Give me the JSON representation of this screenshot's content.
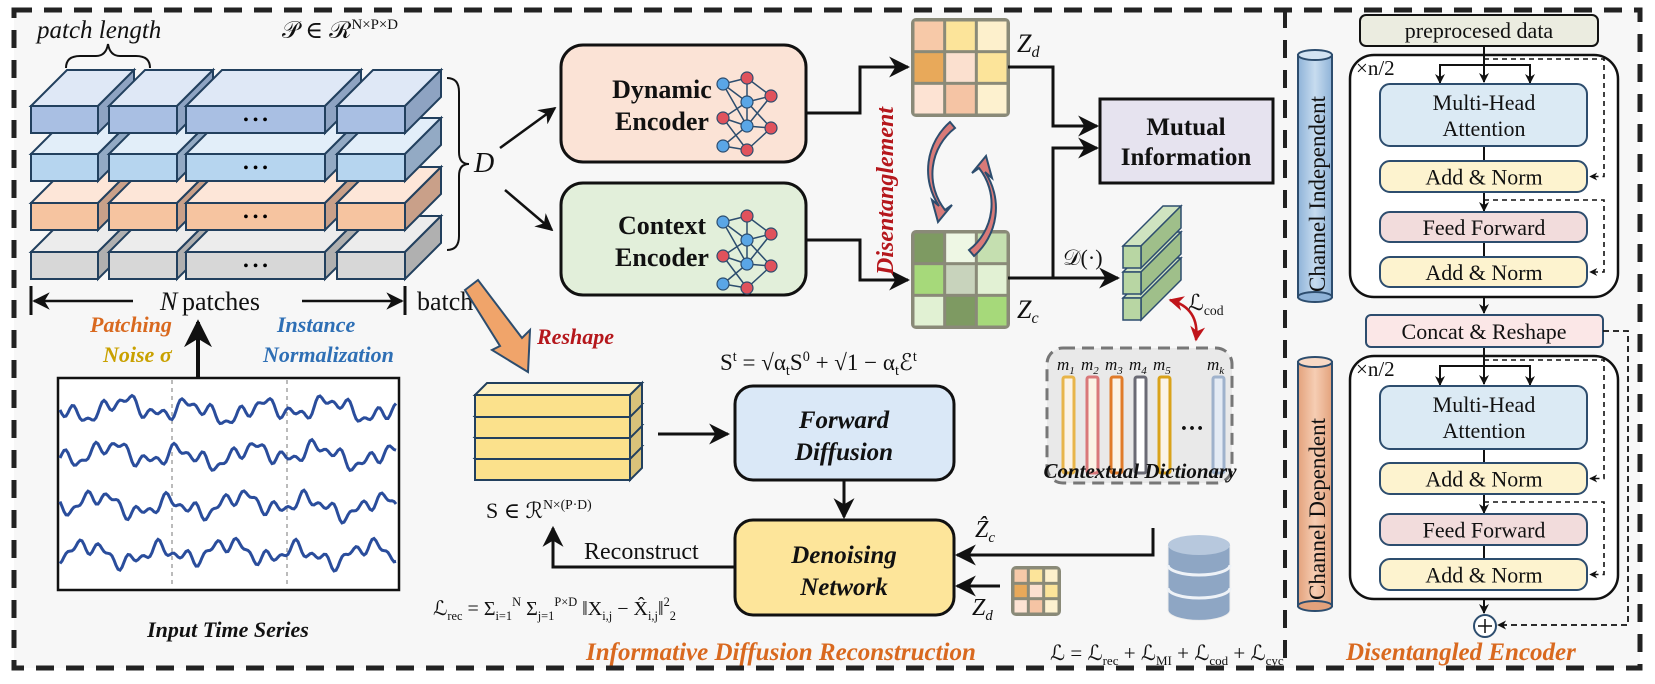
{
  "patching": {
    "patch_length": "patch length",
    "patch_tensor": "𝒫 ∈ ℛ^{N×P×D}",
    "depth_label": "D",
    "n_label": "N",
    "patches_label": "patches",
    "batch_label": "batch",
    "step_patching": "Patching",
    "step_noise": "Noise σ",
    "step_instance": "Instance",
    "step_normalization": "Normalization",
    "input_title": "Input Time Series",
    "ellipsis": "• • •"
  },
  "encoders": {
    "dynamic": [
      "Dynamic",
      "Encoder"
    ],
    "context": [
      "Context",
      "Encoder"
    ],
    "disentanglement": "Disentanglement",
    "zd": "Z_d",
    "zc": "Z_c",
    "mutual_information": [
      "Mutual",
      "Information"
    ],
    "dict_op": "𝒟(·)",
    "l_cod": "ℒ_{cod}"
  },
  "dictionary": {
    "atoms": [
      "m_1",
      "m_2",
      "m_3",
      "m_4",
      "m_5",
      "m_k"
    ],
    "atom_colors": [
      "#e8b54a",
      "#d9787a",
      "#e07b2a",
      "#6b6b75",
      "#d9a21a",
      "#9fb2cc"
    ],
    "ellipsis": "…",
    "label": "Contextual Dictionary"
  },
  "diffusion": {
    "reshape": "Reshape",
    "forward_formula": "S^t = √α_tS^0 + √1 − α_tℰ^t",
    "s_space": "S ∈ ℛ^{N×(P·D)}",
    "forward": [
      "Forward",
      "Diffusion"
    ],
    "denoising": [
      "Denoising",
      "Network"
    ],
    "reconstruct": "Reconstruct",
    "zc_hat": "Ẑ_c",
    "zd": "Z_d",
    "l_rec": "ℒ_{rec} = Σ_{i=1}^{N} Σ_{j=1}^{P×D} ‖X_{i,j} − X̂_{i,j}‖^2_2",
    "section_title": "Informative Diffusion Reconstruction",
    "total_loss": "ℒ = ℒ_{rec} + ℒ_{MI} + ℒ_{cod} + ℒ_{cyc}"
  },
  "encoder_panel": {
    "input": "preprocesed data",
    "repeat": "×n/2",
    "mha": [
      "Multi-Head",
      "Attention"
    ],
    "add_norm": "Add & Norm",
    "feed_forward": "Feed Forward",
    "concat": "Concat & Reshape",
    "channel_independent": "Channel Independent",
    "channel_dependent": "Channel Dependent",
    "title": "Disentangled Encoder"
  },
  "colors": {
    "section_title": "#d9691f",
    "red_label": "#b5171c",
    "instance_blue": "#2e6fb5",
    "noise_gold": "#c9a100",
    "dynamic_fill": "#fbe3d6",
    "context_fill": "#e2efda",
    "mutual_fill": "#e6e3ef",
    "forward_fill": "#dae8f7",
    "denoise_fill": "#fde59a"
  }
}
